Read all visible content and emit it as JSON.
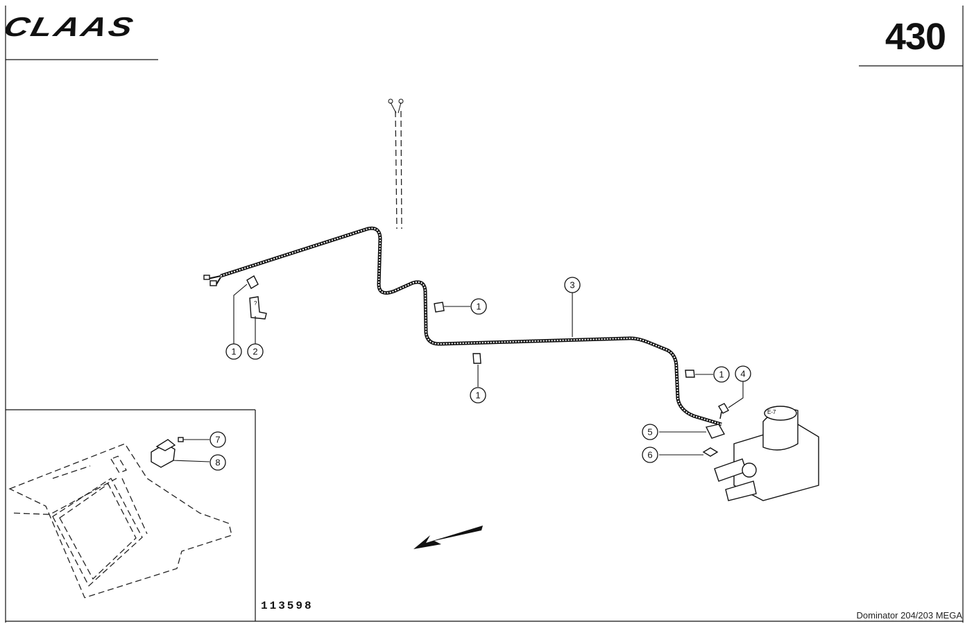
{
  "header": {
    "brand": "CLAAS",
    "page_number": "430"
  },
  "footer": {
    "drawing_number": "113598",
    "model": "Dominator 204/203 MEGA"
  },
  "callouts": [
    {
      "label": "1"
    },
    {
      "label": "2"
    },
    {
      "label": "1"
    },
    {
      "label": "3"
    },
    {
      "label": "1"
    },
    {
      "label": "1"
    },
    {
      "label": "4"
    },
    {
      "label": "5"
    },
    {
      "label": "6"
    },
    {
      "label": "7"
    },
    {
      "label": "8"
    }
  ],
  "valve_label": "E-7"
}
